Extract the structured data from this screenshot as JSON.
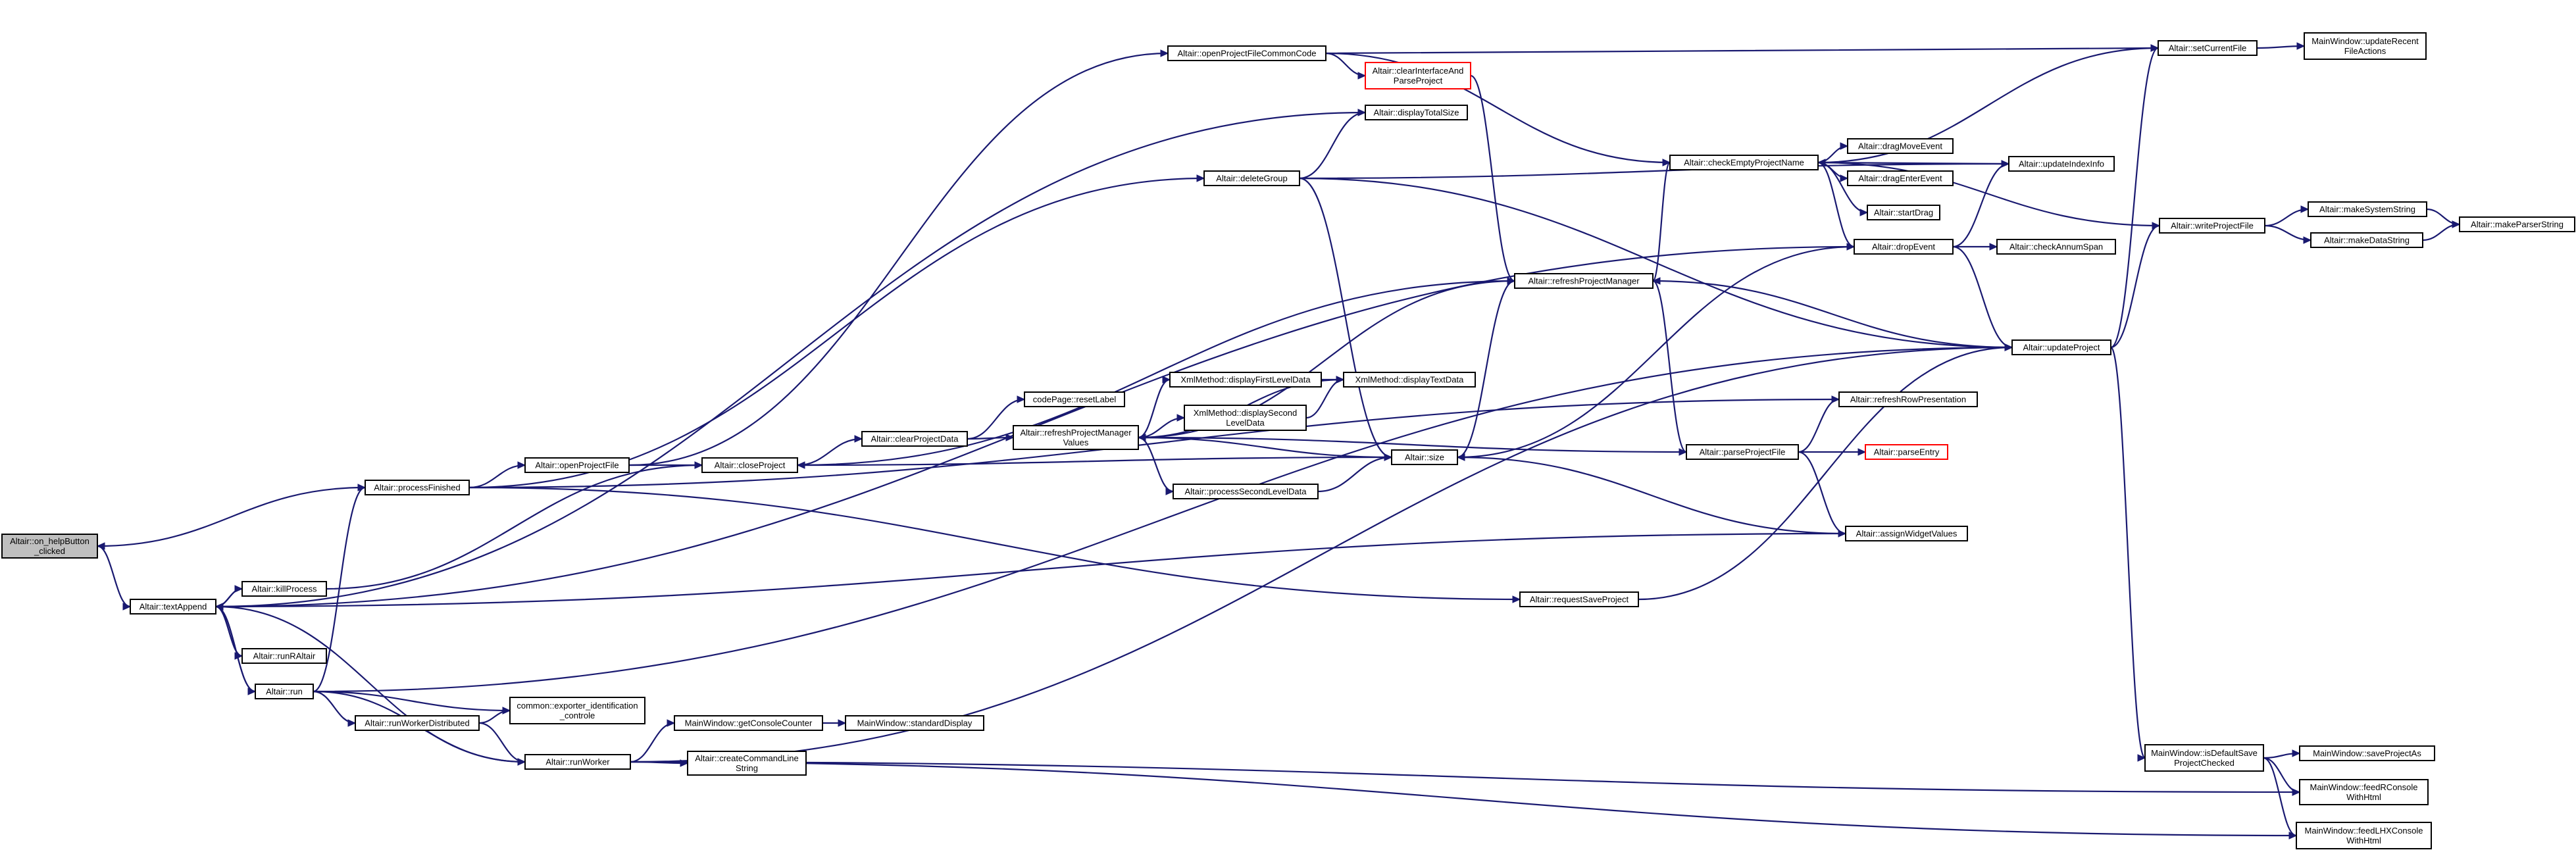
{
  "diagram": {
    "nodes": [
      {
        "id": "on_helpButton_clicked",
        "lines": [
          "Altair::on_helpButton",
          "_clicked"
        ],
        "root": true
      },
      {
        "id": "textAppend",
        "lines": [
          "Altair::textAppend"
        ]
      },
      {
        "id": "killProcess",
        "lines": [
          "Altair::killProcess"
        ]
      },
      {
        "id": "runRAltair",
        "lines": [
          "Altair::runRAltair"
        ]
      },
      {
        "id": "run",
        "lines": [
          "Altair::run"
        ]
      },
      {
        "id": "processFinished",
        "lines": [
          "Altair::processFinished"
        ]
      },
      {
        "id": "openProjectFile",
        "lines": [
          "Altair::openProjectFile"
        ]
      },
      {
        "id": "runWorkerDistributed",
        "lines": [
          "Altair::runWorkerDistributed"
        ]
      },
      {
        "id": "exporter_identification_controle",
        "lines": [
          "common::exporter_identification",
          "_controle"
        ]
      },
      {
        "id": "runWorker",
        "lines": [
          "Altair::runWorker"
        ]
      },
      {
        "id": "getConsoleCounter",
        "lines": [
          "MainWindow::getConsoleCounter"
        ]
      },
      {
        "id": "standardDisplay",
        "lines": [
          "MainWindow::standardDisplay"
        ]
      },
      {
        "id": "createCommandLineString",
        "lines": [
          "Altair::createCommandLine",
          "String"
        ]
      },
      {
        "id": "closeProject",
        "lines": [
          "Altair::closeProject"
        ]
      },
      {
        "id": "clearProjectData",
        "lines": [
          "Altair::clearProjectData"
        ]
      },
      {
        "id": "resetLabel",
        "lines": [
          "codePage::resetLabel"
        ]
      },
      {
        "id": "refreshProjectManagerValues",
        "lines": [
          "Altair::refreshProjectManager",
          "Values"
        ]
      },
      {
        "id": "displayFirstLevelData",
        "lines": [
          "XmlMethod::displayFirstLevelData"
        ]
      },
      {
        "id": "displayTextData",
        "lines": [
          "XmlMethod::displayTextData"
        ]
      },
      {
        "id": "displaySecondLevelData",
        "lines": [
          "XmlMethod::displaySecond",
          "LevelData"
        ]
      },
      {
        "id": "processSecondLevelData",
        "lines": [
          "Altair::processSecondLevelData"
        ]
      },
      {
        "id": "size",
        "lines": [
          "Altair::size"
        ]
      },
      {
        "id": "openProjectFileCommonCode",
        "lines": [
          "Altair::openProjectFileCommonCode"
        ]
      },
      {
        "id": "clearInterfaceAndParseProject",
        "lines": [
          "Altair::clearInterfaceAnd",
          "ParseProject"
        ],
        "missing": true
      },
      {
        "id": "displayTotalSize",
        "lines": [
          "Altair::displayTotalSize"
        ]
      },
      {
        "id": "deleteGroup",
        "lines": [
          "Altair::deleteGroup"
        ]
      },
      {
        "id": "refreshProjectManager",
        "lines": [
          "Altair::refreshProjectManager"
        ]
      },
      {
        "id": "requestSaveProject",
        "lines": [
          "Altair::requestSaveProject"
        ]
      },
      {
        "id": "checkEmptyProjectName",
        "lines": [
          "Altair::checkEmptyProjectName"
        ]
      },
      {
        "id": "dragMoveEvent",
        "lines": [
          "Altair::dragMoveEvent"
        ]
      },
      {
        "id": "dragEnterEvent",
        "lines": [
          "Altair::dragEnterEvent"
        ]
      },
      {
        "id": "startDrag",
        "lines": [
          "Altair::startDrag"
        ]
      },
      {
        "id": "dropEvent",
        "lines": [
          "Altair::dropEvent"
        ]
      },
      {
        "id": "checkAnnumSpan",
        "lines": [
          "Altair::checkAnnumSpan"
        ]
      },
      {
        "id": "updateIndexInfo",
        "lines": [
          "Altair::updateIndexInfo"
        ]
      },
      {
        "id": "refreshRowPresentation",
        "lines": [
          "Altair::refreshRowPresentation"
        ]
      },
      {
        "id": "parseProjectFile",
        "lines": [
          "Altair::parseProjectFile"
        ]
      },
      {
        "id": "parseEntry",
        "lines": [
          "Altair::parseEntry"
        ],
        "missing": true
      },
      {
        "id": "assignWidgetValues",
        "lines": [
          "Altair::assignWidgetValues"
        ]
      },
      {
        "id": "updateProject",
        "lines": [
          "Altair::updateProject"
        ]
      },
      {
        "id": "setCurrentFile",
        "lines": [
          "Altair::setCurrentFile"
        ]
      },
      {
        "id": "updateRecentFileActions",
        "lines": [
          "MainWindow::updateRecent",
          "FileActions"
        ]
      },
      {
        "id": "writeProjectFile",
        "lines": [
          "Altair::writeProjectFile"
        ]
      },
      {
        "id": "makeSystemString",
        "lines": [
          "Altair::makeSystemString"
        ]
      },
      {
        "id": "makeDataString",
        "lines": [
          "Altair::makeDataString"
        ]
      },
      {
        "id": "makeParserString",
        "lines": [
          "Altair::makeParserString"
        ]
      },
      {
        "id": "isDefaultSaveProjectChecked",
        "lines": [
          "MainWindow::isDefaultSave",
          "ProjectChecked"
        ]
      },
      {
        "id": "saveProjectAs",
        "lines": [
          "MainWindow::saveProjectAs"
        ]
      },
      {
        "id": "feedRConsoleWithHtml",
        "lines": [
          "MainWindow::feedRConsole",
          "WithHtml"
        ]
      },
      {
        "id": "feedLHXConsoleWithHtml",
        "lines": [
          "MainWindow::feedLHXConsole",
          "WithHtml"
        ]
      }
    ],
    "edges": [
      [
        "on_helpButton_clicked",
        "textAppend"
      ],
      [
        "processFinished",
        "on_helpButton_clicked"
      ],
      [
        "textAppend",
        "killProcess"
      ],
      [
        "killProcess",
        "textAppend"
      ],
      [
        "textAppend",
        "runRAltair"
      ],
      [
        "runRAltair",
        "textAppend"
      ],
      [
        "textAppend",
        "run"
      ],
      [
        "run",
        "textAppend"
      ],
      [
        "run",
        "processFinished"
      ],
      [
        "run",
        "exporter_identification_controle"
      ],
      [
        "run",
        "runWorkerDistributed"
      ],
      [
        "run",
        "runWorker"
      ],
      [
        "run",
        "updateProject"
      ],
      [
        "runWorkerDistributed",
        "exporter_identification_controle"
      ],
      [
        "runWorkerDistributed",
        "runWorker"
      ],
      [
        "runWorker",
        "textAppend"
      ],
      [
        "runWorker",
        "getConsoleCounter"
      ],
      [
        "runWorker",
        "createCommandLineString"
      ],
      [
        "runWorker",
        "feedRConsoleWithHtml"
      ],
      [
        "runWorker",
        "feedLHXConsoleWithHtml"
      ],
      [
        "runWorker",
        "updateProject"
      ],
      [
        "getConsoleCounter",
        "standardDisplay"
      ],
      [
        "processFinished",
        "openProjectFile"
      ],
      [
        "processFinished",
        "deleteGroup"
      ],
      [
        "processFinished",
        "requestSaveProject"
      ],
      [
        "processFinished",
        "refreshRowPresentation"
      ],
      [
        "killProcess",
        "closeProject"
      ],
      [
        "openProjectFile",
        "closeProject"
      ],
      [
        "openProjectFile",
        "openProjectFileCommonCode"
      ],
      [
        "closeProject",
        "clearProjectData"
      ],
      [
        "closeProject",
        "size"
      ],
      [
        "clearProjectData",
        "resetLabel"
      ],
      [
        "clearProjectData",
        "refreshProjectManagerValues"
      ],
      [
        "refreshProjectManagerValues",
        "displayFirstLevelData"
      ],
      [
        "refreshProjectManagerValues",
        "displayTextData"
      ],
      [
        "refreshProjectManagerValues",
        "displaySecondLevelData"
      ],
      [
        "refreshProjectManagerValues",
        "processSecondLevelData"
      ],
      [
        "refreshProjectManagerValues",
        "refreshProjectManager"
      ],
      [
        "displayFirstLevelData",
        "displayTextData"
      ],
      [
        "displaySecondLevelData",
        "displayTextData"
      ],
      [
        "processSecondLevelData",
        "size"
      ],
      [
        "size",
        "refreshProjectManagerValues"
      ],
      [
        "size",
        "refreshProjectManager"
      ],
      [
        "openProjectFileCommonCode",
        "clearInterfaceAndParseProject"
      ],
      [
        "openProjectFileCommonCode",
        "checkEmptyProjectName"
      ],
      [
        "openProjectFileCommonCode",
        "setCurrentFile"
      ],
      [
        "clearInterfaceAndParseProject",
        "refreshProjectManager"
      ],
      [
        "deleteGroup",
        "displayTotalSize"
      ],
      [
        "deleteGroup",
        "size"
      ],
      [
        "deleteGroup",
        "updateIndexInfo"
      ],
      [
        "deleteGroup",
        "updateProject"
      ],
      [
        "displayTotalSize",
        "textAppend"
      ],
      [
        "refreshProjectManager",
        "closeProject"
      ],
      [
        "refreshProjectManager",
        "checkEmptyProjectName"
      ],
      [
        "refreshProjectManager",
        "parseProjectFile"
      ],
      [
        "requestSaveProject",
        "updateProject"
      ],
      [
        "checkEmptyProjectName",
        "dragMoveEvent"
      ],
      [
        "checkEmptyProjectName",
        "dragEnterEvent"
      ],
      [
        "checkEmptyProjectName",
        "startDrag"
      ],
      [
        "checkEmptyProjectName",
        "dropEvent"
      ],
      [
        "checkEmptyProjectName",
        "setCurrentFile"
      ],
      [
        "checkEmptyProjectName",
        "updateIndexInfo"
      ],
      [
        "dropEvent",
        "checkAnnumSpan"
      ],
      [
        "dropEvent",
        "updateIndexInfo"
      ],
      [
        "dropEvent",
        "updateProject"
      ],
      [
        "dropEvent",
        "size"
      ],
      [
        "dropEvent",
        "textAppend"
      ],
      [
        "parseProjectFile",
        "refreshRowPresentation"
      ],
      [
        "parseProjectFile",
        "parseEntry"
      ],
      [
        "parseProjectFile",
        "assignWidgetValues"
      ],
      [
        "parseProjectFile",
        "refreshProjectManagerValues"
      ],
      [
        "assignWidgetValues",
        "size"
      ],
      [
        "assignWidgetValues",
        "textAppend"
      ],
      [
        "updateProject",
        "refreshProjectManager"
      ],
      [
        "updateProject",
        "setCurrentFile"
      ],
      [
        "updateProject",
        "writeProjectFile"
      ],
      [
        "updateProject",
        "isDefaultSaveProjectChecked"
      ],
      [
        "setCurrentFile",
        "updateRecentFileActions"
      ],
      [
        "writeProjectFile",
        "makeSystemString"
      ],
      [
        "writeProjectFile",
        "makeDataString"
      ],
      [
        "writeProjectFile",
        "checkEmptyProjectName"
      ],
      [
        "makeSystemString",
        "makeParserString"
      ],
      [
        "makeDataString",
        "makeParserString"
      ],
      [
        "isDefaultSaveProjectChecked",
        "saveProjectAs"
      ],
      [
        "isDefaultSaveProjectChecked",
        "feedRConsoleWithHtml"
      ],
      [
        "isDefaultSaveProjectChecked",
        "feedLHXConsoleWithHtml"
      ]
    ],
    "colors": {
      "edge": "#191970",
      "root_fill": "#bfbfbf",
      "missing_border": "#ff0000",
      "border": "#000000"
    }
  }
}
